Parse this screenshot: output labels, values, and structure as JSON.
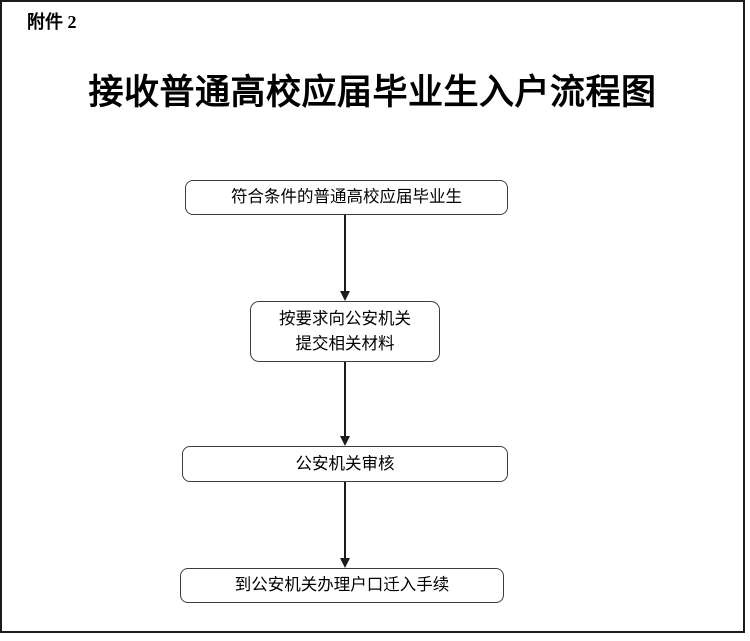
{
  "page": {
    "attachment_label": "附件 2",
    "title": "接收普通高校应届毕业生入户流程图",
    "background_color": "#ffffff",
    "border_color": "#1b1b1b",
    "text_color": "#000000"
  },
  "flowchart": {
    "type": "vertical-flow",
    "node_border_color": "#3d3d3d",
    "arrow_color": "#1b1b1b",
    "nodes": [
      {
        "id": "eligible-graduates",
        "label": "符合条件的普通高校应届毕业生"
      },
      {
        "id": "submit-materials",
        "label_line1": "按要求向公安机关",
        "label_line2": "提交相关材料"
      },
      {
        "id": "police-review",
        "label": "公安机关审核"
      },
      {
        "id": "household-transfer",
        "label": "到公安机关办理户口迁入手续"
      }
    ],
    "connections": [
      {
        "from": "eligible-graduates",
        "to": "submit-materials",
        "style": "arrow-down"
      },
      {
        "from": "submit-materials",
        "to": "police-review",
        "style": "arrow-down"
      },
      {
        "from": "police-review",
        "to": "household-transfer",
        "style": "arrow-down"
      }
    ]
  }
}
